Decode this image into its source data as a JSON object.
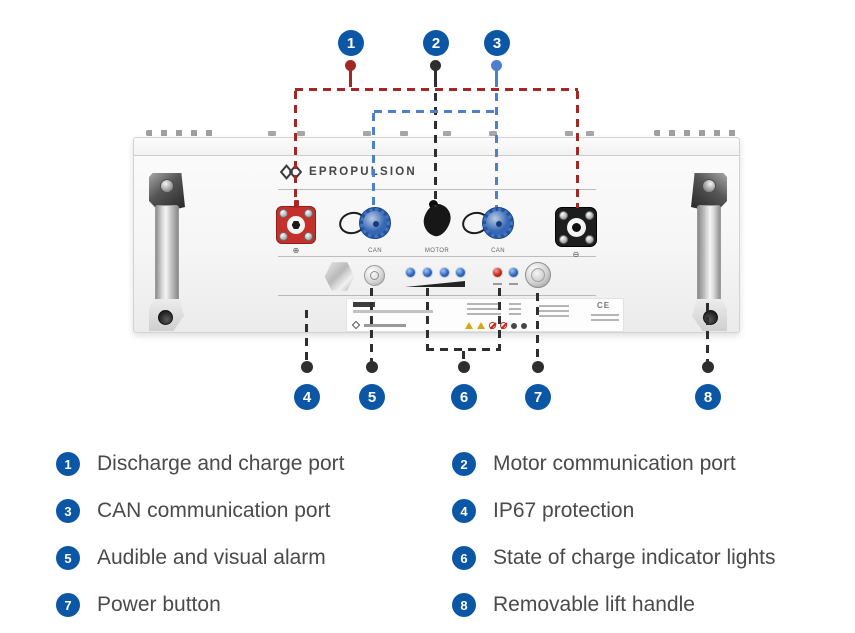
{
  "colors": {
    "badge_blue": "#0C57A5",
    "line_red": "#A32823",
    "line_blue": "#4D7FCB",
    "line_black": "#2E2E2E",
    "connector_red": "#C4302B",
    "connector_blue": "#3F76C0",
    "warning_yellow": "#DBA711",
    "warning_red": "#C3271D"
  },
  "top_callouts": [
    {
      "number": "1"
    },
    {
      "number": "2"
    },
    {
      "number": "3"
    }
  ],
  "bottom_callouts": [
    {
      "number": "4"
    },
    {
      "number": "5"
    },
    {
      "number": "6"
    },
    {
      "number": "7"
    },
    {
      "number": "8"
    }
  ],
  "battery": {
    "brand": "EPROPULSION",
    "port_labels": {
      "positive": "⊕",
      "can_left": "CAN",
      "motor": "MOTOR",
      "can_right": "CAN",
      "negative": "⊖"
    },
    "sticker": {
      "ce_mark": "CE",
      "icons": [
        "warning-triangle-icon",
        "warning-triangle-icon",
        "prohibition-icon",
        "prohibition-icon",
        "disposal-icon",
        "recycle-icon"
      ]
    }
  },
  "legend": {
    "items": [
      {
        "number": "1",
        "label": "Discharge and charge port"
      },
      {
        "number": "2",
        "label": "Motor communication port"
      },
      {
        "number": "3",
        "label": "CAN communication port"
      },
      {
        "number": "4",
        "label": "IP67 protection"
      },
      {
        "number": "5",
        "label": "Audible and visual alarm"
      },
      {
        "number": "6",
        "label": "State of charge indicator lights"
      },
      {
        "number": "7",
        "label": "Power button"
      },
      {
        "number": "8",
        "label": "Removable lift handle"
      }
    ]
  }
}
